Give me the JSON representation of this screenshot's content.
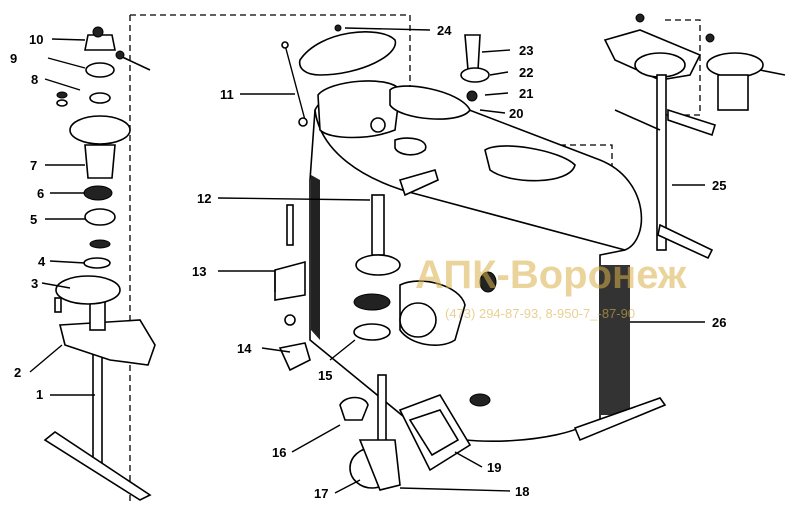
{
  "diagram": {
    "callouts": [
      "1",
      "2",
      "3",
      "4",
      "5",
      "6",
      "7",
      "8",
      "9",
      "10",
      "11",
      "12",
      "13",
      "14",
      "15",
      "16",
      "17",
      "18",
      "19",
      "20",
      "21",
      "22",
      "23",
      "24",
      "25",
      "26"
    ],
    "watermark": {
      "title": "АПК-Воронеж",
      "phones": "(473) 294-87-93, 8-950-7_-87-90"
    }
  }
}
